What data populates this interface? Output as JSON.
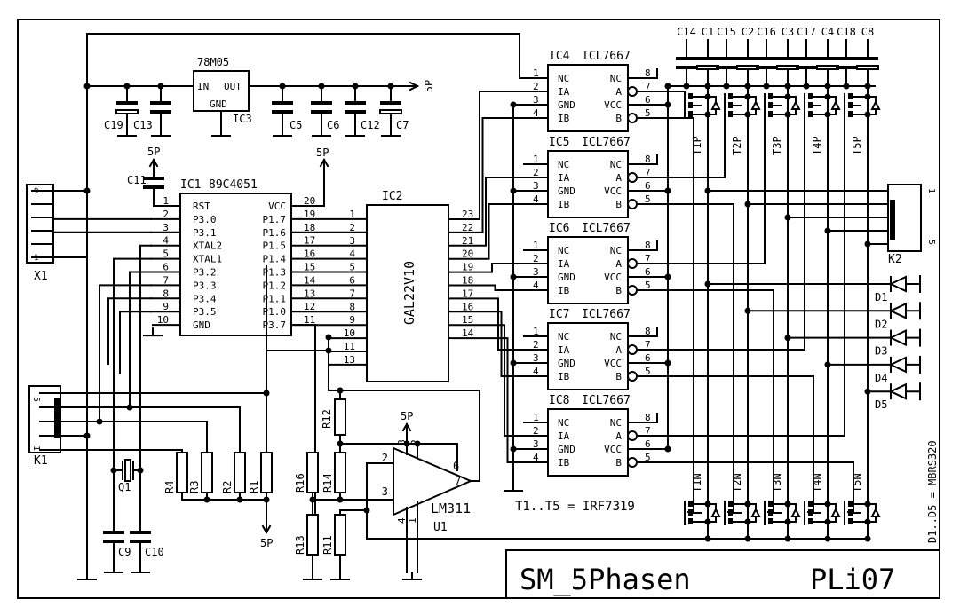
{
  "title_block": {
    "title": "SM_5Phasen",
    "author": "PLi07"
  },
  "power": {
    "label": "5P"
  },
  "ic1": {
    "ref": "IC1",
    "type": "89C4051",
    "left_pins": [
      [
        "1",
        "RST"
      ],
      [
        "2",
        "P3.0"
      ],
      [
        "3",
        "P3.1"
      ],
      [
        "4",
        "XTAL2"
      ],
      [
        "5",
        "XTAL1"
      ],
      [
        "6",
        "P3.2"
      ],
      [
        "7",
        "P3.3"
      ],
      [
        "8",
        "P3.4"
      ],
      [
        "9",
        "P3.5"
      ],
      [
        "10",
        "GND"
      ]
    ],
    "right_pins": [
      [
        "20",
        "VCC"
      ],
      [
        "19",
        "P1.7"
      ],
      [
        "18",
        "P1.6"
      ],
      [
        "17",
        "P1.5"
      ],
      [
        "16",
        "P1.4"
      ],
      [
        "15",
        "P1.3"
      ],
      [
        "14",
        "P1.2"
      ],
      [
        "13",
        "P1.1"
      ],
      [
        "12",
        "P1.0"
      ],
      [
        "11",
        "P3.7"
      ]
    ]
  },
  "ic2": {
    "ref": "IC2",
    "type": "GAL22V10",
    "left_pins": [
      "1",
      "2",
      "3",
      "4",
      "5",
      "6",
      "7",
      "8",
      "9",
      "10",
      "11",
      "13"
    ],
    "right_pins": [
      "23",
      "22",
      "21",
      "20",
      "19",
      "18",
      "17",
      "16",
      "15",
      "14"
    ]
  },
  "ic3": {
    "ref": "IC3",
    "type": "78M05",
    "pin_in": "IN",
    "pin_out": "OUT",
    "pin_gnd": "GND"
  },
  "drivers": {
    "items": [
      {
        "ref": "IC4",
        "type": "ICL7667"
      },
      {
        "ref": "IC5",
        "type": "ICL7667"
      },
      {
        "ref": "IC6",
        "type": "ICL7667"
      },
      {
        "ref": "IC7",
        "type": "ICL7667"
      },
      {
        "ref": "IC8",
        "type": "ICL7667"
      }
    ],
    "left_pins": [
      [
        "1",
        "NC"
      ],
      [
        "2",
        "IA"
      ],
      [
        "3",
        "GND"
      ],
      [
        "4",
        "IB"
      ]
    ],
    "right_pins": [
      [
        "8",
        "NC"
      ],
      [
        "7",
        "A"
      ],
      [
        "6",
        "VCC"
      ],
      [
        "5",
        "B"
      ]
    ]
  },
  "supply_caps": {
    "c19": "C19",
    "c13": "C13",
    "c5": "C5",
    "c6": "C6",
    "c12": "C12",
    "c7": "C7",
    "c11": "C11",
    "c9": "C9",
    "c10": "C10"
  },
  "top_caps": [
    "C14",
    "C1",
    "C15",
    "C2",
    "C16",
    "C3",
    "C17",
    "C4",
    "C18",
    "C8"
  ],
  "p_fets": [
    "T1P",
    "T2P",
    "T3P",
    "T4P",
    "T5P"
  ],
  "n_fets": [
    "T1N",
    "T2N",
    "T3N",
    "T4N",
    "T5N"
  ],
  "resistors": {
    "r1": "R1",
    "r2": "R2",
    "r3": "R3",
    "r4": "R4",
    "r11": "R11",
    "r12": "R12",
    "r13": "R13",
    "r14": "R14",
    "r16": "R16"
  },
  "crystal": "Q1",
  "opamp": {
    "type": "LM311",
    "ref": "U1",
    "pin_plus": "2",
    "pin_minus": "3",
    "pin_8": "8",
    "pin_5": "5",
    "pin_6": "6",
    "pin_7": "7",
    "pin_4": "4",
    "pin_1": "1"
  },
  "connectors": {
    "x1": {
      "ref": "X1",
      "pin_top": "9",
      "pin_bottom": "1"
    },
    "k1": {
      "ref": "K1",
      "pin_top": "5",
      "pin_bottom": "1"
    },
    "k2": {
      "ref": "K2",
      "pin_top": "1",
      "pin_bottom": "5"
    }
  },
  "diodes": [
    "D1",
    "D2",
    "D3",
    "D4",
    "D5"
  ],
  "notes": {
    "fets": "T1..T5 = IRF7319",
    "diodes": "D1..D5 = MBRS320"
  }
}
